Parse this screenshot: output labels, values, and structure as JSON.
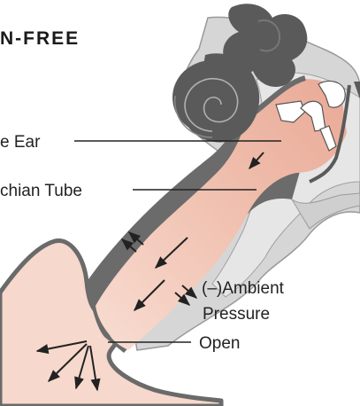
{
  "heading": "N-FREE",
  "labels": {
    "middle_ear": "e Ear",
    "eustachian_tube": "chian Tube",
    "ambient_line1": "(–)Ambient",
    "ambient_line2": "Pressure",
    "open": "Open"
  },
  "colors": {
    "outer_tissue": "#d4d4d4",
    "tissue_outline": "#9a9a9a",
    "tube_wall": "#5e5e5e",
    "cochlea": "#595959",
    "mucosa_pink": "#f3c9bb",
    "ossicles": "#ffffff",
    "arrows": "#222222"
  }
}
